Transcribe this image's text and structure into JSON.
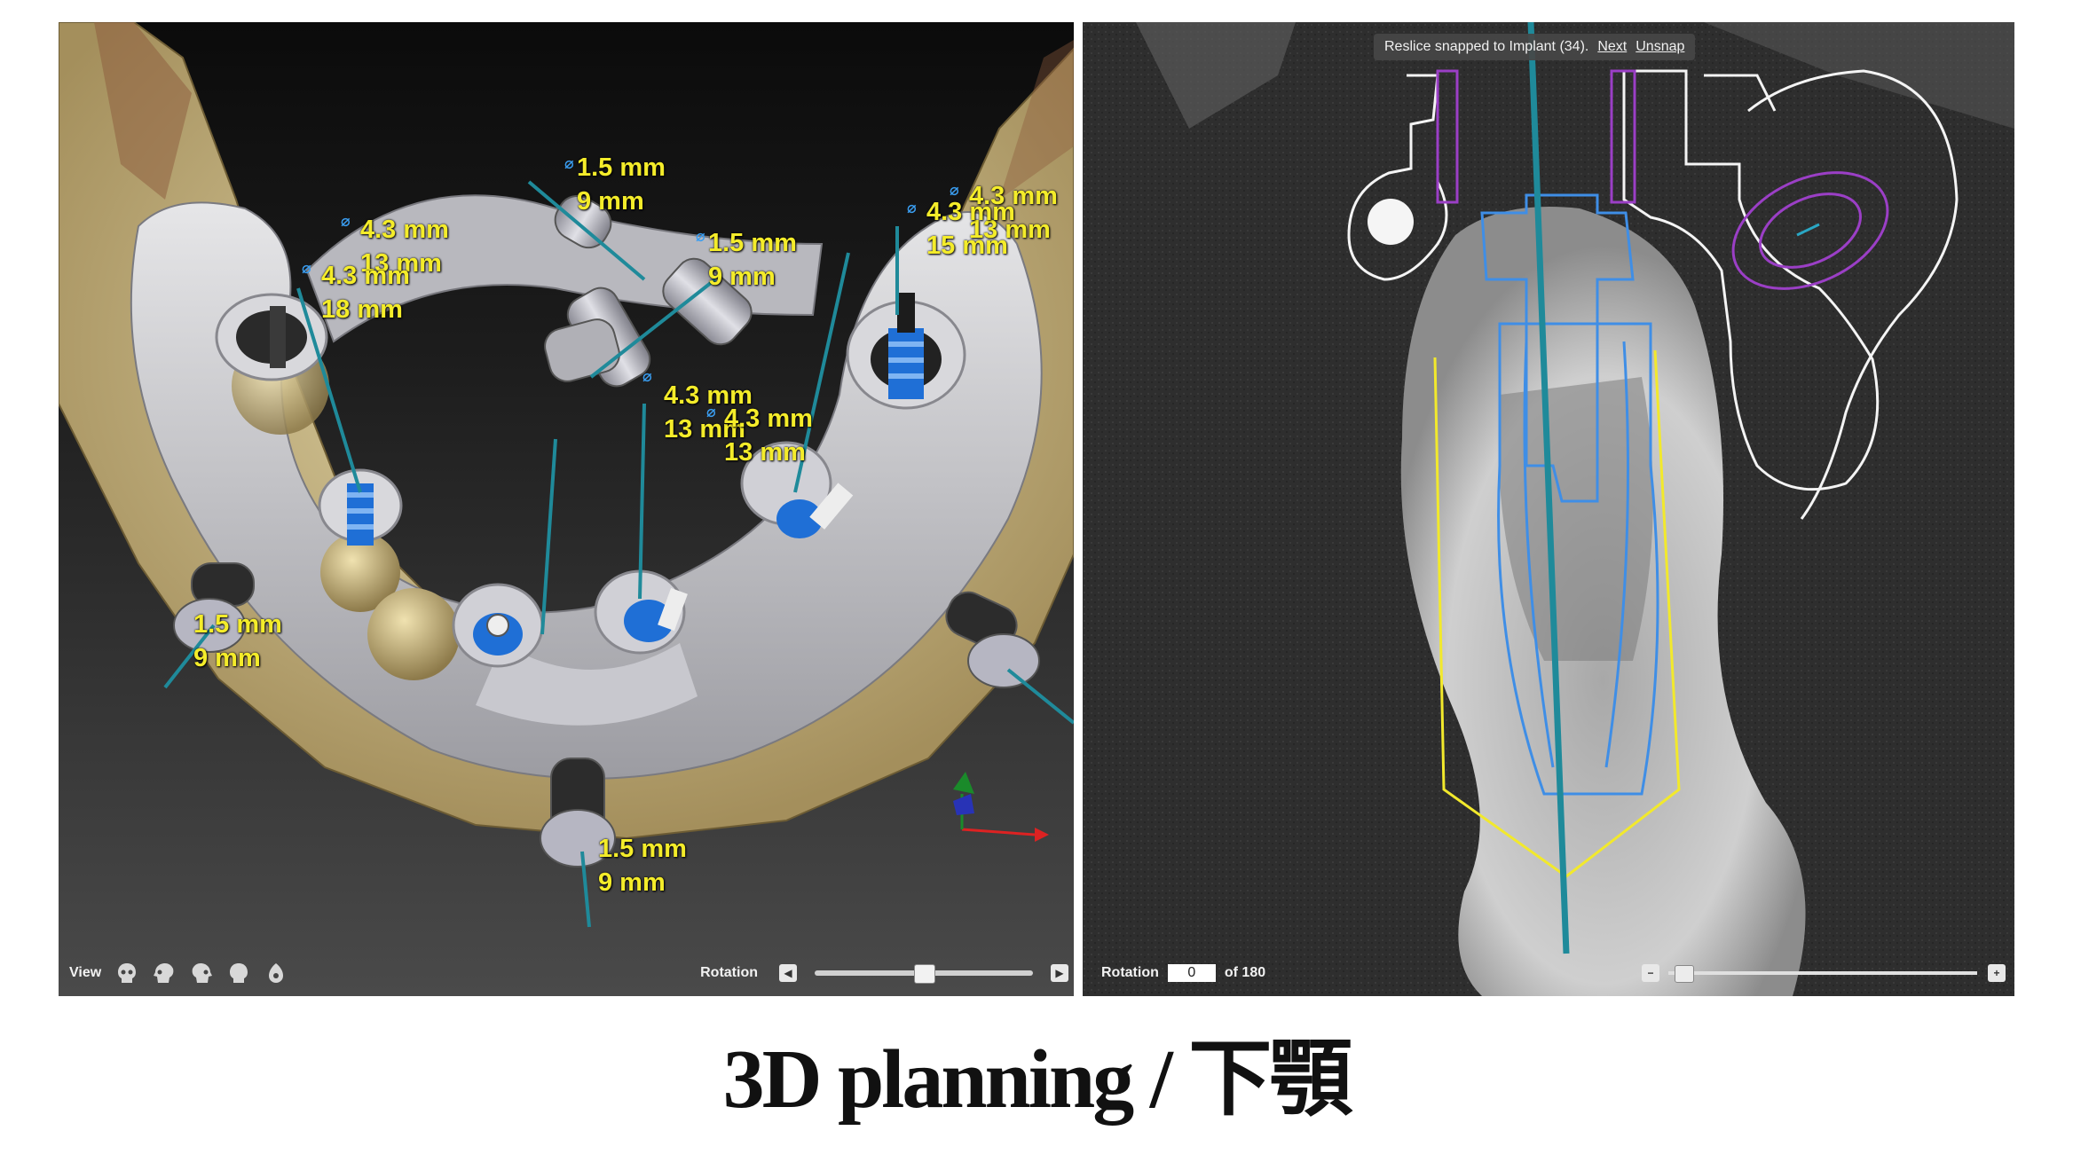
{
  "viewer3d": {
    "view_label": "View",
    "rotation_label": "Rotation",
    "view_icons": [
      "skull-front-icon",
      "skull-left-icon",
      "skull-right-icon",
      "skull-back-icon",
      "skull-top-icon"
    ],
    "implant_labels": [
      {
        "diameter": "4.3 mm",
        "length": "13 mm"
      },
      {
        "diameter": "4.3 mm",
        "length": "18 mm"
      },
      {
        "diameter": "1.5 mm",
        "length": "9 mm"
      },
      {
        "diameter": "1.5 mm",
        "length": "9 mm"
      },
      {
        "diameter": "4.3 mm",
        "length": "13 mm"
      },
      {
        "diameter": "4.3 mm",
        "length": "15 mm"
      },
      {
        "diameter": "4.3 mm",
        "length": "13 mm"
      },
      {
        "diameter": "4.3 mm",
        "length": "13 mm"
      },
      {
        "diameter": "1.5 mm",
        "length": "9 mm"
      },
      {
        "diameter": "1.5 mm",
        "length": "9 mm"
      }
    ],
    "diameter_symbol": "⌀",
    "slider_fraction": 0.5
  },
  "ct_view": {
    "banner_text": "Reslice snapped to Implant (34).",
    "next_link": "Next",
    "unsnap_link": "Unsnap",
    "rotation_label": "Rotation",
    "rotation_value": "0",
    "rotation_of": "of 180",
    "zoom_minus": "−",
    "zoom_plus": "+",
    "zoom_fraction": 0.02
  },
  "caption": "3D planning / 下顎",
  "colors": {
    "label_yellow": "#f4ec2a",
    "implant_blue": "#2f7fe0",
    "guide_teal": "#1f8a9a",
    "ct_outline_yellow": "#f2e92c"
  }
}
